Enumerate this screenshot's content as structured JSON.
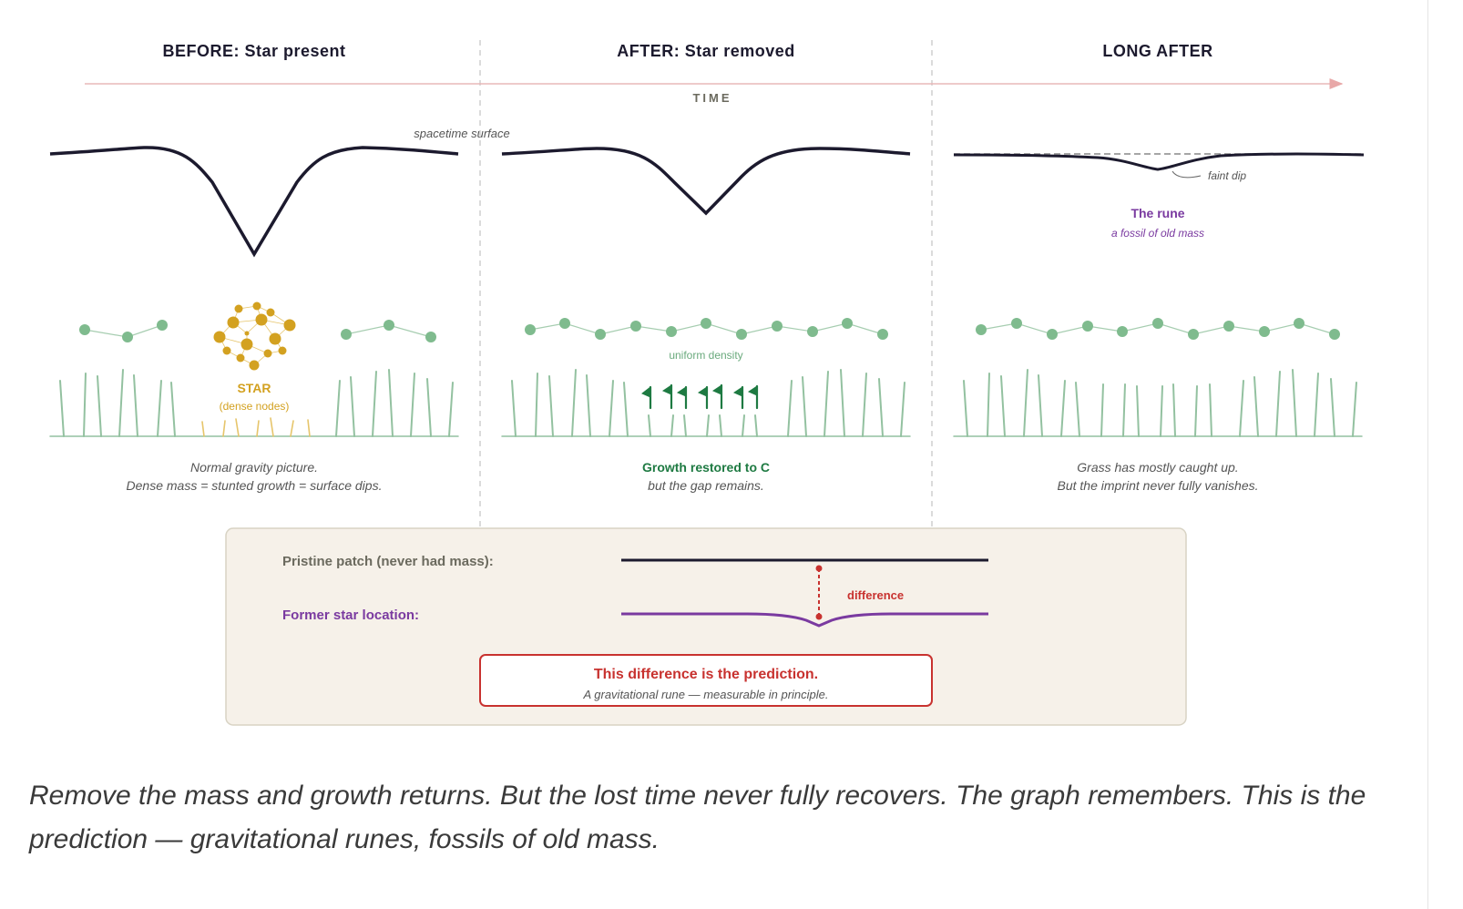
{
  "panels": [
    {
      "heading": "BEFORE: Star present",
      "caption_line1": "Normal gravity picture.",
      "caption_line2": "Dense mass = stunted growth = surface dips."
    },
    {
      "heading": "AFTER: Star removed",
      "caption_line1": "Growth restored to C",
      "caption_line2": "but the gap remains."
    },
    {
      "heading": "LONG AFTER",
      "caption_line1": "Grass has mostly caught up.",
      "caption_line2": "But the imprint never fully vanishes."
    }
  ],
  "time_label": "TIME",
  "labels": {
    "spacetime_surface": "spacetime surface",
    "faint_dip": "faint dip",
    "rune_title": "The rune",
    "rune_subtitle": "a fossil of old mass",
    "star_title": "STAR",
    "star_subtitle": "(dense nodes)",
    "uniform_density": "uniform density"
  },
  "comparison": {
    "pristine_label": "Pristine patch (never had mass):",
    "former_label": "Former star location:",
    "difference_label": "difference",
    "prediction_title": "This difference is the prediction.",
    "prediction_subtitle": "A gravitational rune — measurable in principle."
  },
  "caption": "Remove the mass and growth returns. But the lost time never fully recovers. The graph remembers. This is the prediction — gravitational runes, fossils of old mass.",
  "colors": {
    "ink": "#1c1a2e",
    "node_green": "#7fbb8e",
    "grass_green": "#93c1a0",
    "star_gold": "#d3a120",
    "rune_purple": "#7a3aa0",
    "flag_green": "#1e7a42",
    "difference_red": "#c8322f",
    "box_fill": "#f6f1e9",
    "muted_text": "#6b6a5e"
  }
}
